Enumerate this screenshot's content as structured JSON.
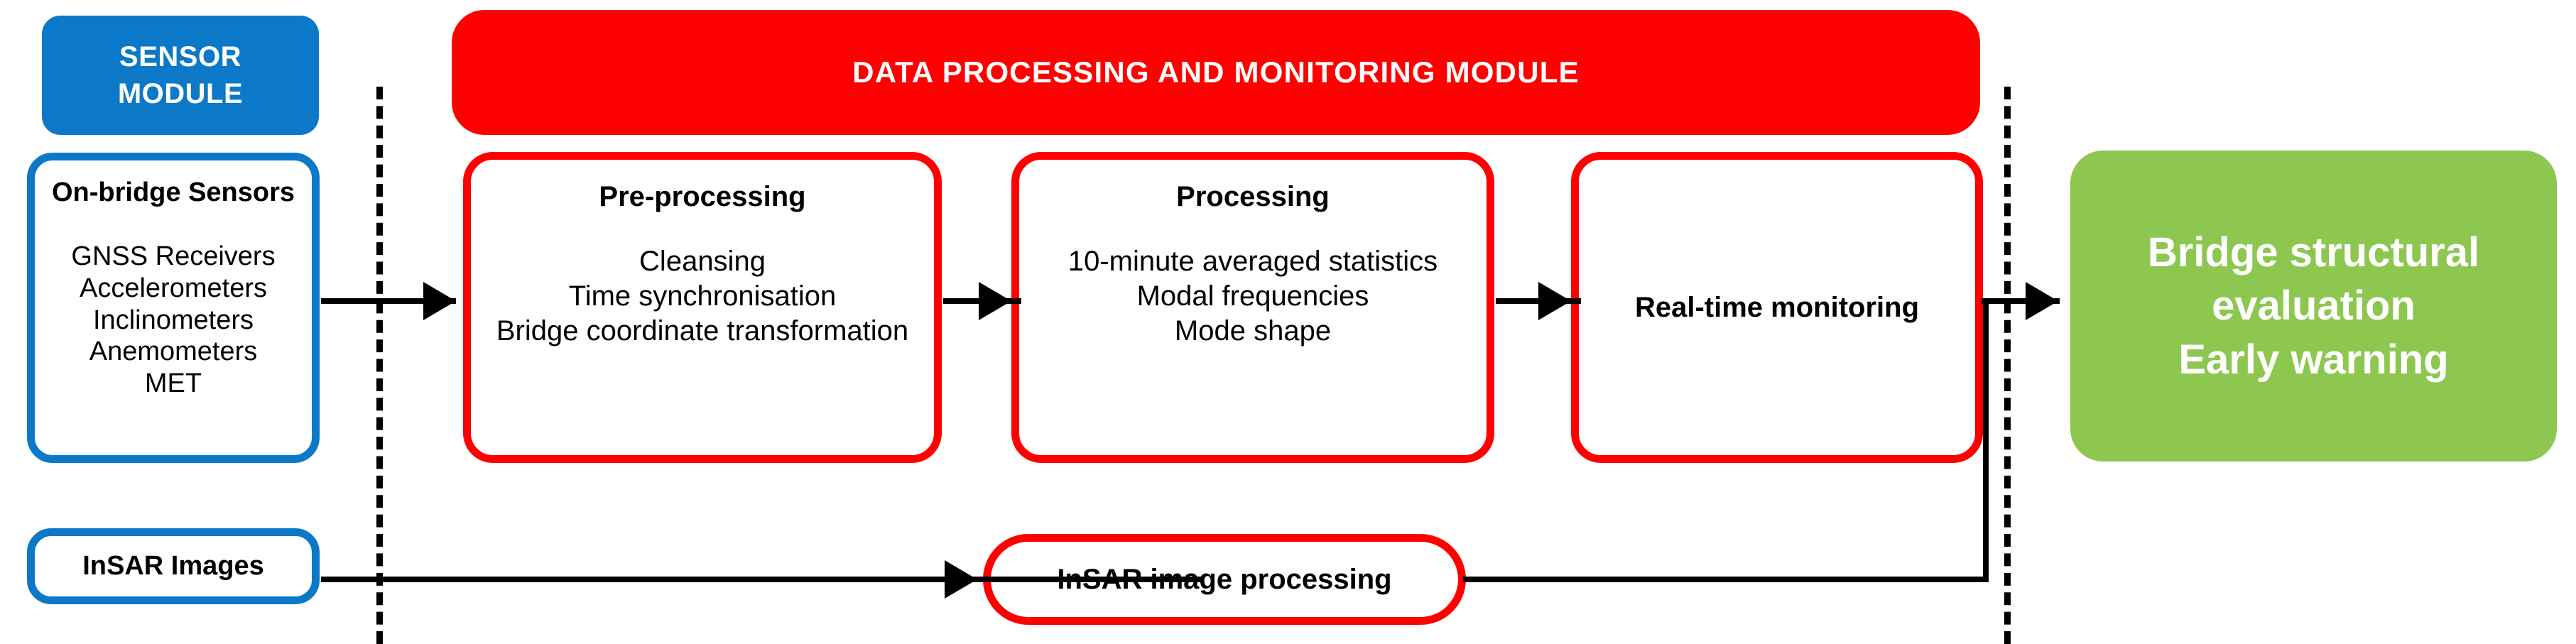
{
  "diagram": {
    "title": "Bridge structural health monitoring system architecture",
    "colors": {
      "sensor_module_blue": "#0B79C7",
      "processing_module_red": "#FF0000",
      "output_green": "#8DC750",
      "connector_black": "#000000",
      "background_white": "#FFFFFF"
    }
  },
  "sensor_module": {
    "header": "SENSOR\nMODULE",
    "header_line1": "SENSOR",
    "header_line2": "MODULE",
    "on_bridge_sensors": {
      "title": "On-bridge Sensors",
      "items": [
        "GNSS Receivers",
        "Accelerometers",
        "Inclinometers",
        "Anemometers",
        "MET"
      ]
    },
    "insar_images": {
      "label": "InSAR Images"
    }
  },
  "processing_module": {
    "header": "DATA PROCESSING AND MONITORING MODULE",
    "pre_processing": {
      "title": "Pre-processing",
      "items": [
        "Cleansing",
        "Time synchronisation",
        "Bridge coordinate transformation"
      ]
    },
    "processing": {
      "title": "Processing",
      "items": [
        "10-minute averaged statistics",
        "Modal frequencies",
        "Mode shape"
      ]
    },
    "real_time_monitoring": {
      "title": "Real-time monitoring"
    },
    "insar_image_processing": {
      "title": "InSAR image processing"
    }
  },
  "output_module": {
    "line1": "Bridge structural",
    "line2": "evaluation",
    "line3": "Early warning"
  }
}
